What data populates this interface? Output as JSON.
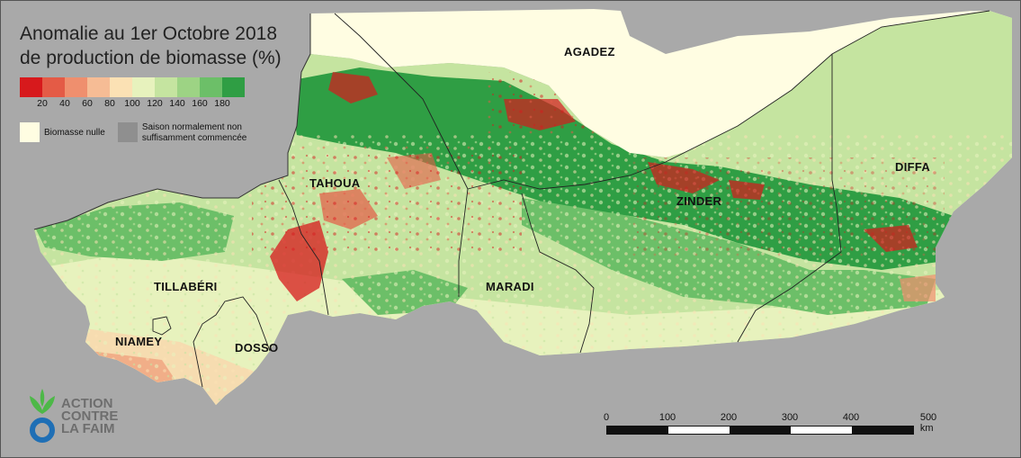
{
  "legend": {
    "title_line1": "Anomalie au 1er Octobre 2018",
    "title_line2": "de production de biomasse (%)",
    "ramp_colors": [
      "#d7191c",
      "#e45b46",
      "#ef8f6e",
      "#f6bc95",
      "#fbe1b4",
      "#e7f2bd",
      "#c5e4a0",
      "#9dd384",
      "#6cbf68",
      "#2f9e44"
    ],
    "ramp_labels": [
      "20",
      "40",
      "60",
      "80",
      "100",
      "120",
      "140",
      "160",
      "180"
    ],
    "biomasse_nulle_label": "Biomasse nulle",
    "biomasse_nulle_color": "#fffde2",
    "saison_label_line1": "Saison normalement non",
    "saison_label_line2": "suffisamment commencée",
    "saison_color": "#8f8f8f"
  },
  "regions": {
    "agadez": "AGADEZ",
    "tahoua": "TAHOUA",
    "zinder": "ZINDER",
    "diffa": "DIFFA",
    "tillaberi": "TILLABÉRI",
    "maradi": "MARADI",
    "niamey": "NIAMEY",
    "dosso": "DOSSO"
  },
  "scalebar": {
    "labels": [
      "0",
      "100",
      "200",
      "300",
      "400",
      "500 km"
    ]
  },
  "logo": {
    "line1": "ACTION",
    "line2": "CONTRE",
    "line3": "LA FAIM"
  },
  "colors": {
    "background": "#a9a9a9",
    "dense_green": "#2f9e44",
    "anomaly_red": "#d7191c",
    "logo_green": "#4db848",
    "logo_blue": "#1f6fb5"
  }
}
